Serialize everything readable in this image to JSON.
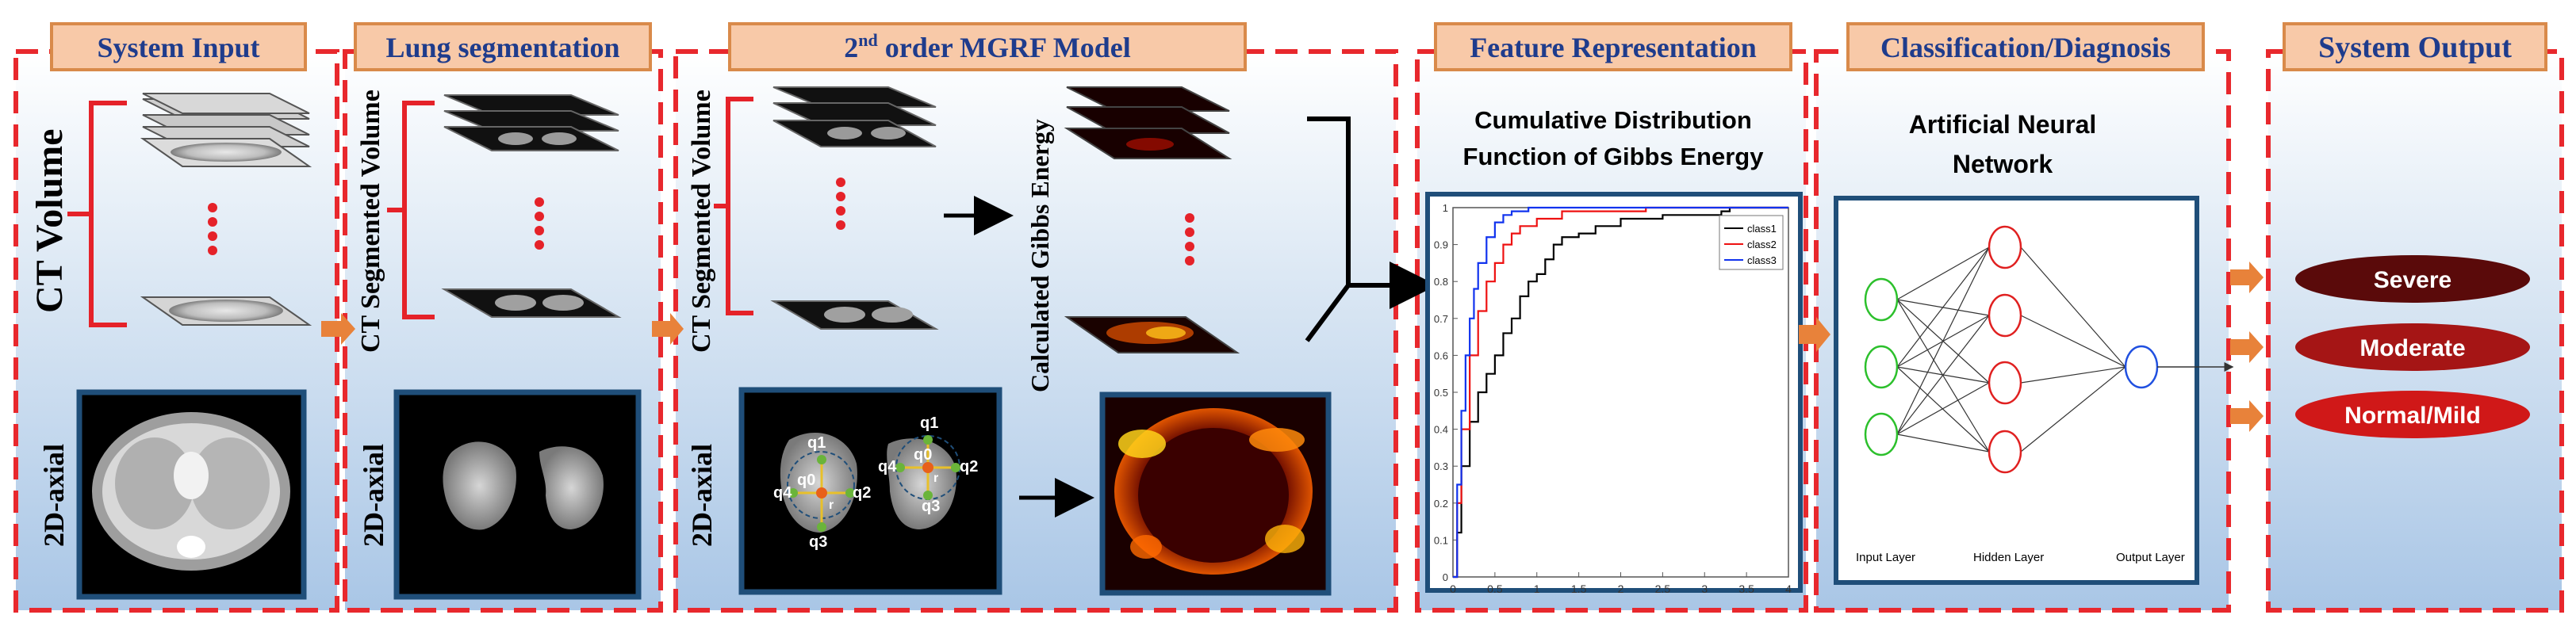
{
  "panels": {
    "system_input": {
      "title": "System Input",
      "volume_label": "CT Volume",
      "axial_label": "2D-axial"
    },
    "lung_segmentation": {
      "title": "Lung segmentation",
      "volume_label": "CT Segmented Volume",
      "axial_label": "2D-axial"
    },
    "mgrf": {
      "title_prefix": "2",
      "title_sup": "nd",
      "title_suffix": " order MGRF Model",
      "volume_label": "CT Segmented Volume",
      "axial_label": "2D-axial",
      "energy_label": "Calculated Gibbs Energy"
    },
    "feature": {
      "title": "Feature Representation",
      "subtitle_line1": "Cumulative Distribution",
      "subtitle_line2": "Function of Gibbs Energy"
    },
    "classification": {
      "title": "Classification/Diagnosis",
      "subtitle_line1": "Artificial Neural",
      "subtitle_line2": "Network",
      "input_layer": "Input Layer",
      "hidden_layer": "Hidden Layer",
      "output_layer": "Output Layer"
    },
    "output": {
      "title": "System Output",
      "severe": "Severe",
      "moderate": "Moderate",
      "normal": "Normal/Mild"
    }
  },
  "neighbors": {
    "q0": "q0",
    "q1": "q1",
    "q2": "q2",
    "q3": "q3",
    "q4": "q4",
    "r": "r"
  },
  "colors": {
    "dashed_border": "#e8282d",
    "title_fill": "#f8c9a8",
    "title_stroke": "#d98a4a",
    "title_text": "#1f3c8c",
    "bracket": "#e52229",
    "arrow_orange": "#e8823a",
    "severe": "#5a0a0a",
    "moderate": "#a51515",
    "normal": "#d01818",
    "frame": "#1f4e79",
    "class1": "#000000",
    "class2": "#ee1111",
    "class3": "#1133ee"
  },
  "chart_data": {
    "type": "line",
    "title": "",
    "xlabel": "",
    "ylabel": "",
    "xlim": [
      0,
      4
    ],
    "ylim": [
      0,
      1
    ],
    "xticks": [
      "0",
      "0.5",
      "1",
      "1.5",
      "2",
      "2.5",
      "3",
      "3.5",
      "4"
    ],
    "yticks": [
      "0",
      "0.1",
      "0.2",
      "0.3",
      "0.4",
      "0.5",
      "0.6",
      "0.7",
      "0.8",
      "0.9",
      "1"
    ],
    "legend_position": "top-right",
    "series": [
      {
        "name": "class1",
        "x": [
          0,
          0.05,
          0.1,
          0.2,
          0.3,
          0.4,
          0.5,
          0.6,
          0.7,
          0.8,
          0.9,
          1.0,
          1.1,
          1.2,
          1.3,
          1.5,
          1.7,
          2.0,
          2.5,
          3.2,
          3.3
        ],
        "y": [
          0,
          0.12,
          0.3,
          0.42,
          0.5,
          0.55,
          0.6,
          0.66,
          0.7,
          0.76,
          0.8,
          0.82,
          0.86,
          0.9,
          0.92,
          0.93,
          0.95,
          0.97,
          0.98,
          0.99,
          1.0
        ]
      },
      {
        "name": "class2",
        "x": [
          0,
          0.05,
          0.1,
          0.2,
          0.3,
          0.4,
          0.5,
          0.6,
          0.7,
          0.8,
          1.0,
          1.3,
          2.3
        ],
        "y": [
          0,
          0.2,
          0.4,
          0.6,
          0.72,
          0.8,
          0.85,
          0.9,
          0.93,
          0.95,
          0.97,
          0.99,
          1.0
        ]
      },
      {
        "name": "class3",
        "x": [
          0,
          0.05,
          0.1,
          0.15,
          0.2,
          0.25,
          0.3,
          0.4,
          0.5,
          0.6,
          0.7,
          0.9,
          1.2
        ],
        "y": [
          0,
          0.25,
          0.45,
          0.6,
          0.7,
          0.78,
          0.85,
          0.92,
          0.96,
          0.98,
          0.99,
          1.0,
          1.0
        ]
      }
    ]
  }
}
